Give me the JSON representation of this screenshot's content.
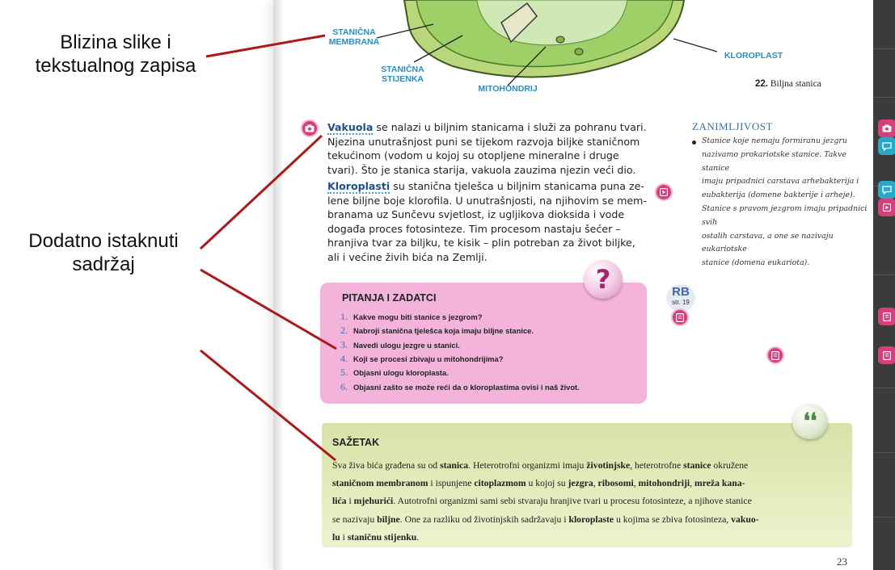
{
  "callouts": {
    "image_text_proximity": [
      "Blizina slike i",
      "tekstualnog zapisa"
    ],
    "highlighted_content": [
      "Dodatno istaknuti",
      "sadržaj"
    ]
  },
  "diagram": {
    "labels": {
      "membrane": [
        "STANIČNA",
        "MEMBRANA"
      ],
      "wall": [
        "STANIČNA",
        "STIJENKA"
      ],
      "mitochondrion": "MITOHONDRIJ",
      "chloroplast": "KLOROPLAST"
    },
    "caption_number": "22.",
    "caption_text": "Biljna stanica"
  },
  "main_text": {
    "p1_term": "Vakuola",
    "p1_lines": [
      " se nalazi u biljnim stanicama i služi za pohranu tvari.",
      "Njezina unutrašnjost puni se tijekom razvoja biljke staničnom",
      "tekućinom (vodom u kojoj su otopljene mineralne i druge",
      "tvari). Što je stanica starija, vakuola zauzima njezin veći dio."
    ],
    "p2_term": "Kloroplasti",
    "p2_lines": [
      " su stanična tjelešca u biljnim stanicama puna ze-",
      "lene biljne boje klorofila. U unutrašnjosti, na njihovim se mem-",
      "branama uz Sunčevu svjetlost, iz ugljikova dioksida i vode",
      "događa proces fotosinteze. Tim procesom nastaju šećer –",
      "hranjiva tvar za biljku, te kisik – plin potreban za život biljke,",
      "ali i većine živih bića na Zemlji."
    ]
  },
  "zanimljivost": {
    "title": "ZANIMLJIVOST",
    "lines": [
      "Stanice koje nemaju formiranu jezgru",
      "nazivamo prokariotske stanice. Takve stanice",
      "imaju pripadnici carstava arhebakterija i",
      "eubakterija (domene bakterije i arheje).",
      "Stanice s pravom jezgrom imaju pripadnici svih",
      "ostalih carstava, a one se nazivaju eukariotske",
      "stanice (domena eukariota)."
    ]
  },
  "questions": {
    "title": "PITANJA I ZADATCI",
    "items": [
      {
        "num": "1.",
        "text": "Kakve mogu biti stanice s jezgrom?"
      },
      {
        "num": "2.",
        "text": "Nabroji stanična tjelešca koja imaju biljne stanice."
      },
      {
        "num": "3.",
        "text": "Navedi ulogu jezgre u stanici."
      },
      {
        "num": "4.",
        "text": "Koji se procesi zbivaju u mitohondrijima?"
      },
      {
        "num": "5.",
        "text": "Objasni ulogu kloroplasta."
      },
      {
        "num": "6.",
        "text": "Objasni zašto se može reći da o kloroplastima ovisi i naš život."
      }
    ],
    "badge": "?"
  },
  "rb_badge": {
    "title": "RB",
    "page": "str. 19"
  },
  "summary": {
    "title": "SAŽETAK",
    "badge": "❛❛"
  },
  "page_number": "23",
  "colors": {
    "pink_accent": "#d63f7c",
    "question_box": "#f4b3da",
    "summary_box": "#d7e2a8",
    "callout_line": "#b01818",
    "sidebar": "#3b3b3b"
  }
}
